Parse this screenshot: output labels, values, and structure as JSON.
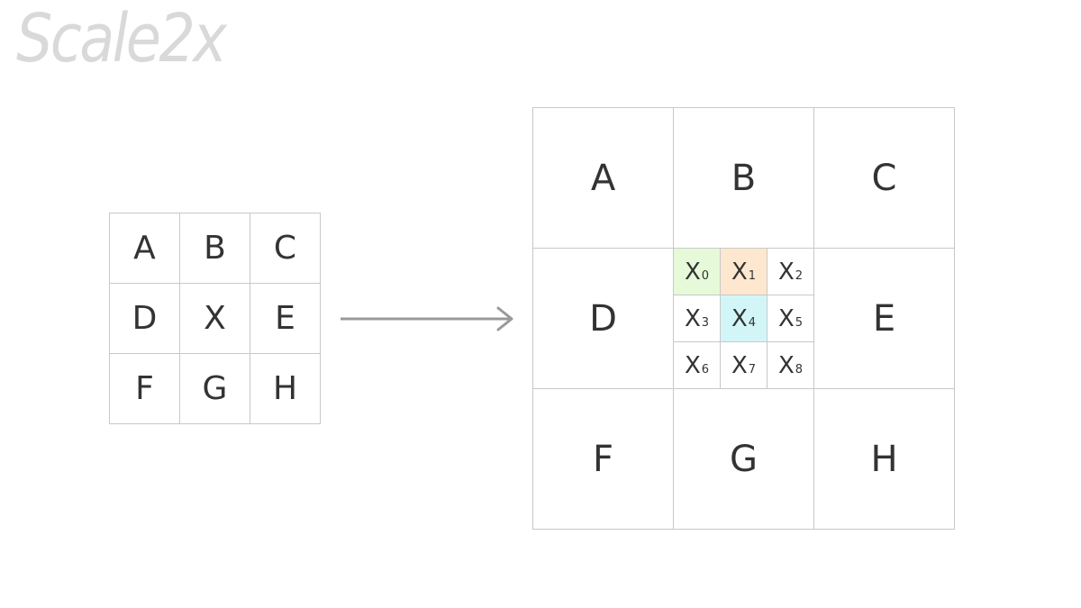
{
  "title": "Scale2x",
  "colors": {
    "x0_fill": "#e6f9d9",
    "x1_fill": "#fde7cf",
    "x4_fill": "#d2f6f8",
    "grid_line": "#c8c8c8",
    "arrow": "#999999"
  },
  "source_grid": {
    "cells": [
      "A",
      "B",
      "C",
      "D",
      "X",
      "E",
      "F",
      "G",
      "H"
    ]
  },
  "scaled_grid": {
    "neighbors": [
      "A",
      "B",
      "C",
      "D",
      "E",
      "F",
      "G",
      "H"
    ],
    "center": {
      "letter": "X",
      "subscripts": [
        "0",
        "1",
        "2",
        "3",
        "4",
        "5",
        "6",
        "7",
        "8"
      ]
    }
  }
}
